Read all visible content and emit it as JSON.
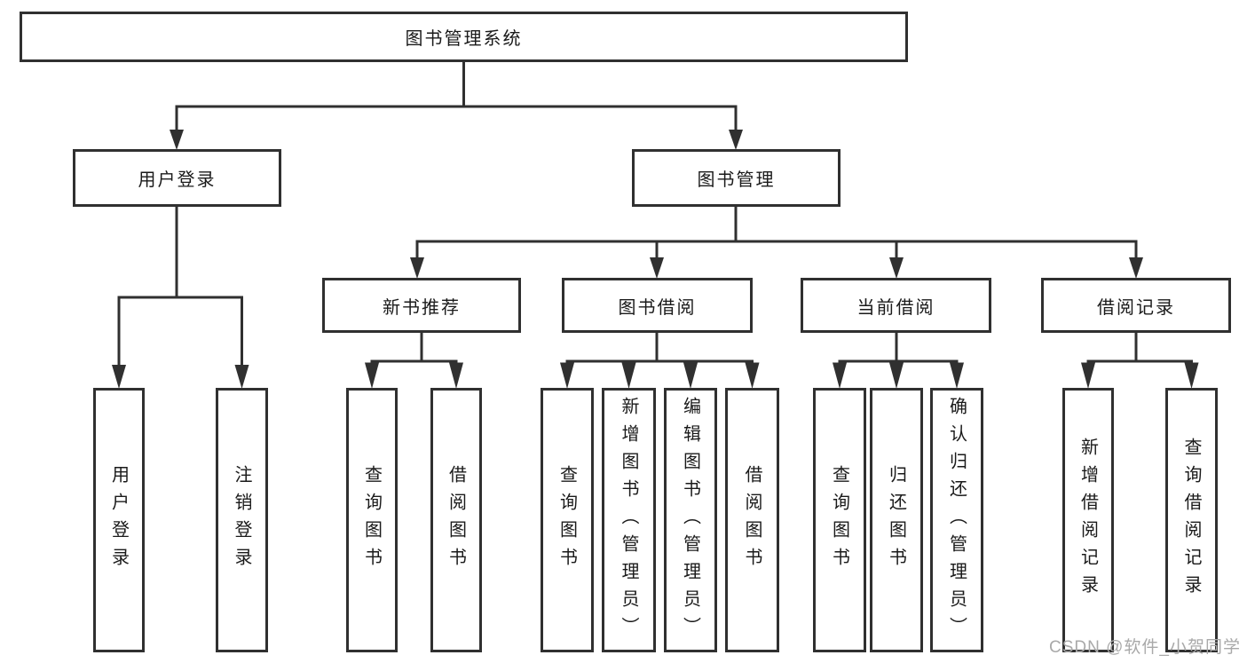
{
  "diagram": {
    "root": {
      "label": "图书管理系统"
    },
    "level1": [
      {
        "id": "user-login",
        "label": "用户登录"
      },
      {
        "id": "book-management",
        "label": "图书管理"
      }
    ],
    "level2": [
      {
        "id": "new-book-recommend",
        "label": "新书推荐"
      },
      {
        "id": "book-borrowing",
        "label": "图书借阅"
      },
      {
        "id": "current-borrowing",
        "label": "当前借阅"
      },
      {
        "id": "borrowing-records",
        "label": "借阅记录"
      }
    ],
    "leaves": [
      {
        "parent": "user-login",
        "label": "用户登录"
      },
      {
        "parent": "user-login",
        "label": "注销登录"
      },
      {
        "parent": "new-book-recommend",
        "label": "查询图书"
      },
      {
        "parent": "new-book-recommend",
        "label": "借阅图书"
      },
      {
        "parent": "book-borrowing",
        "label": "查询图书"
      },
      {
        "parent": "book-borrowing",
        "label": "新增图书（管理员）"
      },
      {
        "parent": "book-borrowing",
        "label": "编辑图书（管理员）"
      },
      {
        "parent": "book-borrowing",
        "label": "借阅图书"
      },
      {
        "parent": "current-borrowing",
        "label": "查询图书"
      },
      {
        "parent": "current-borrowing",
        "label": "归还图书"
      },
      {
        "parent": "current-borrowing",
        "label": "确认归还（管理员）"
      },
      {
        "parent": "borrowing-records",
        "label": "新增借阅记录"
      },
      {
        "parent": "borrowing-records",
        "label": "查询借阅记录"
      }
    ]
  },
  "watermark": {
    "text": "CSDN @软件_小贺同学"
  },
  "colors": {
    "line": "#303030",
    "text": "#1a1a1a",
    "background": "#ffffff",
    "watermark": "#a9a9a9"
  }
}
